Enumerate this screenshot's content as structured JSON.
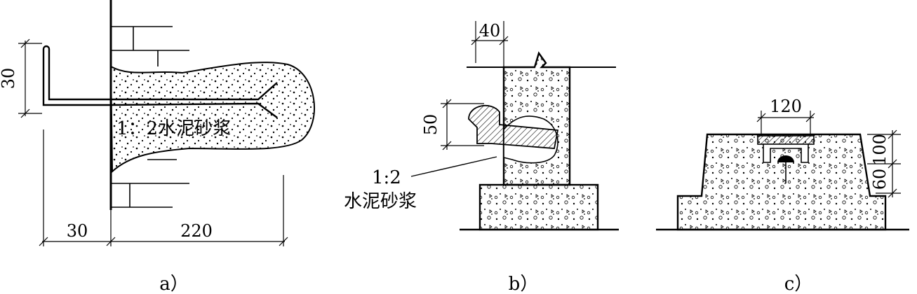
{
  "colors": {
    "ink": "#000000",
    "paper": "#ffffff"
  },
  "panel_a": {
    "caption": "a）",
    "material_label": "1：2水泥砂浆",
    "dim_hook_height": "30",
    "dim_left": "30",
    "dim_right": "220"
  },
  "panel_b": {
    "caption": "b）",
    "dim_top": "40",
    "dim_side": "50",
    "material_label_line1": "1:2",
    "material_label_line2": "水泥砂浆"
  },
  "panel_c": {
    "caption": "c）",
    "dim_width": "120",
    "dim_100": "100",
    "dim_60": "60"
  }
}
